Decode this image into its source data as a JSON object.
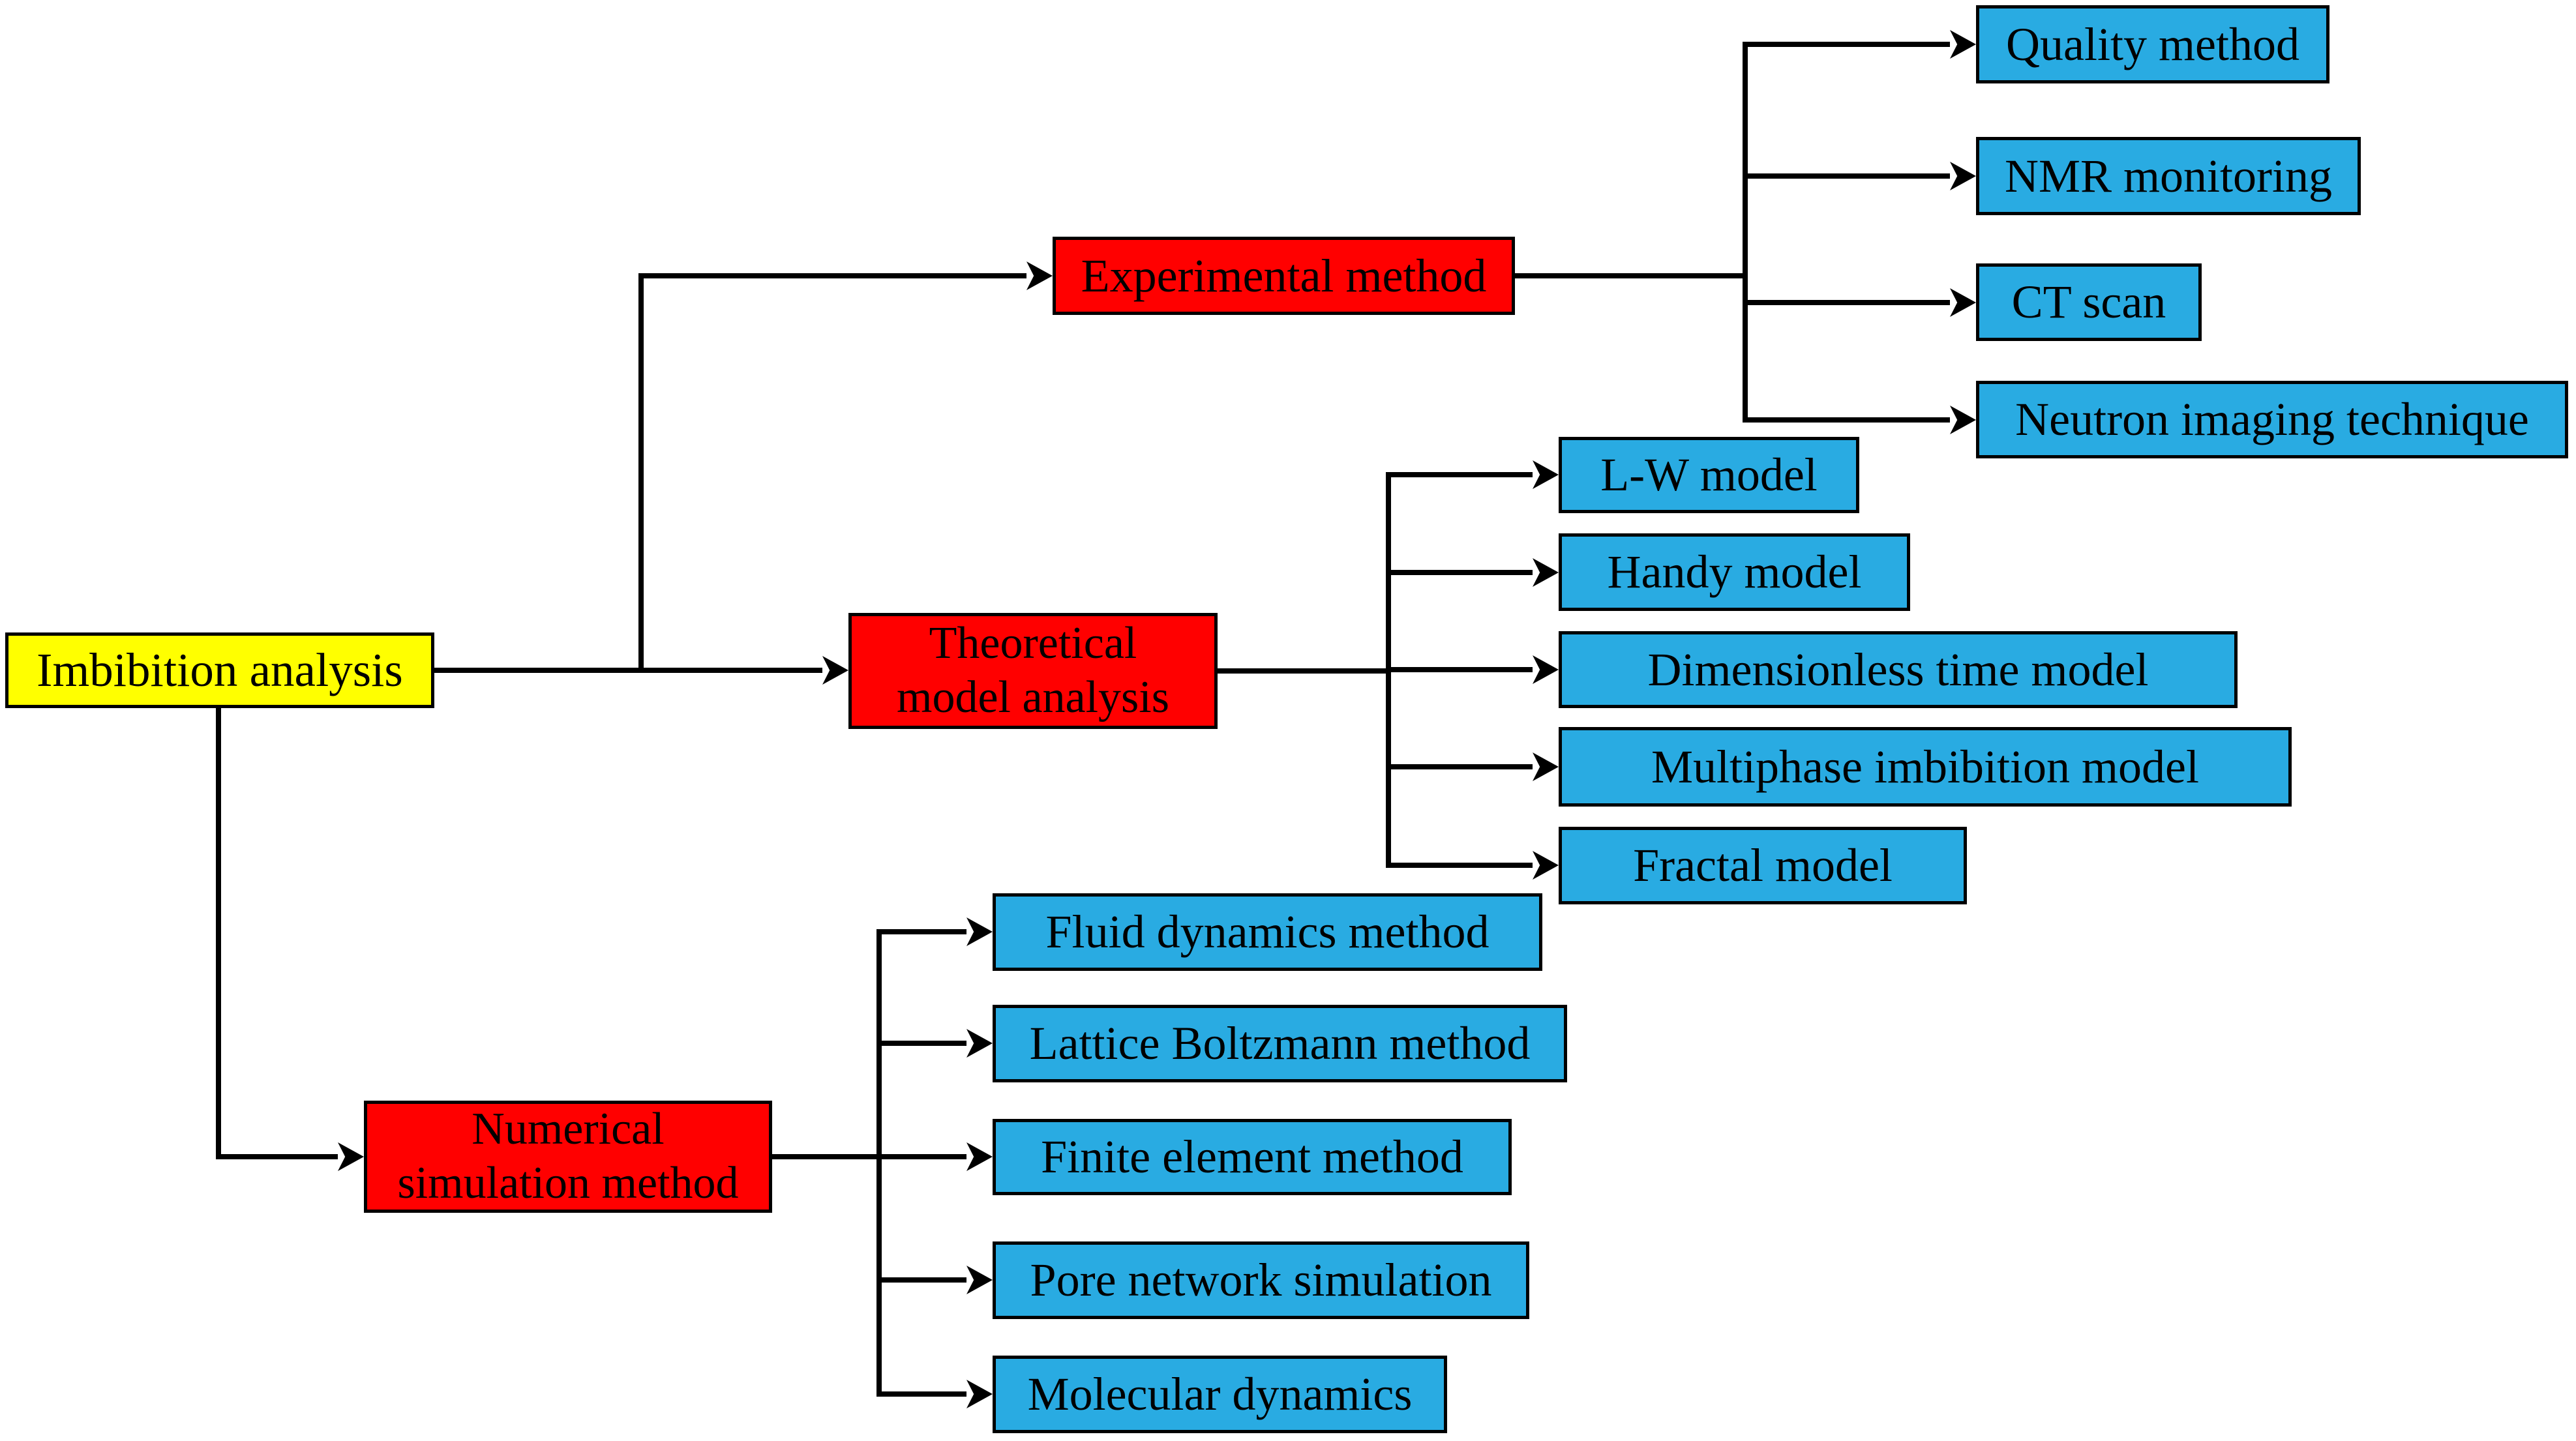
{
  "colors": {
    "background": "#ffffff",
    "root_fill": "#ffff00",
    "branch_fill": "#ff0000",
    "leaf_fill": "#29abe2",
    "line": "#000000",
    "text": "#000000"
  },
  "nodes": {
    "root": {
      "label": "Imbibition analysis"
    },
    "experimental": {
      "label": "Experimental method"
    },
    "theoretical": {
      "label": "Theoretical model analysis",
      "lines": [
        "Theoretical",
        "model analysis"
      ]
    },
    "numerical": {
      "label": "Numerical simulation method",
      "lines": [
        "Numerical",
        "simulation method"
      ]
    },
    "quality": {
      "label": "Quality method"
    },
    "nmr": {
      "label": "NMR monitoring"
    },
    "ct": {
      "label": "CT scan"
    },
    "neutron": {
      "label": "Neutron imaging technique"
    },
    "lw": {
      "label": "L-W model"
    },
    "handy": {
      "label": "Handy model"
    },
    "dimensionless": {
      "label": "Dimensionless time model"
    },
    "multiphase": {
      "label": "Multiphase imbibition model"
    },
    "fractal": {
      "label": "Fractal model"
    },
    "fluid": {
      "label": "Fluid dynamics method"
    },
    "lattice": {
      "label": "Lattice Boltzmann method"
    },
    "finite": {
      "label": "Finite element method"
    },
    "pore": {
      "label": "Pore network simulation"
    },
    "molecular": {
      "label": "Molecular dynamics"
    }
  }
}
